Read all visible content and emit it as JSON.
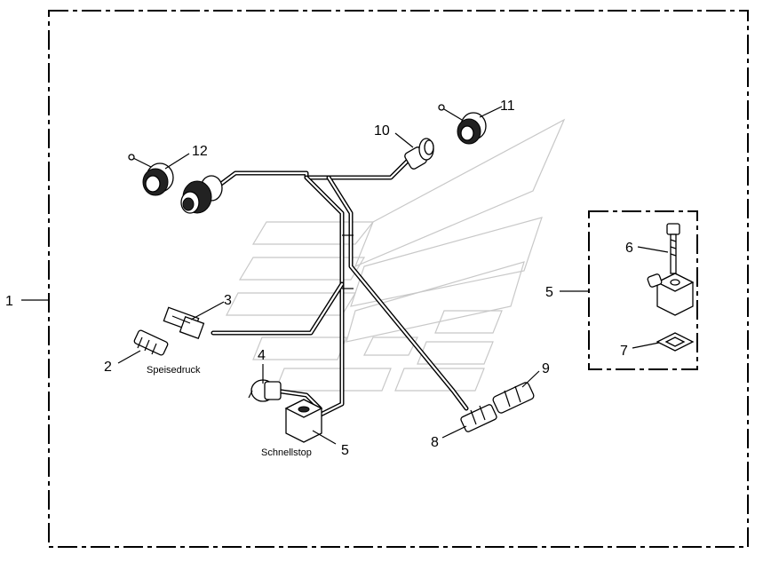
{
  "labels": {
    "n1": "1",
    "n2": "2",
    "n3": "3",
    "n4": "4",
    "n5a": "5",
    "n5b": "5",
    "n6": "6",
    "n7": "7",
    "n8": "8",
    "n9": "9",
    "n10": "10",
    "n11": "11",
    "n12": "12"
  },
  "captions": {
    "speisedruck": "Speisedruck",
    "schnellstop": "Schnellstop"
  }
}
